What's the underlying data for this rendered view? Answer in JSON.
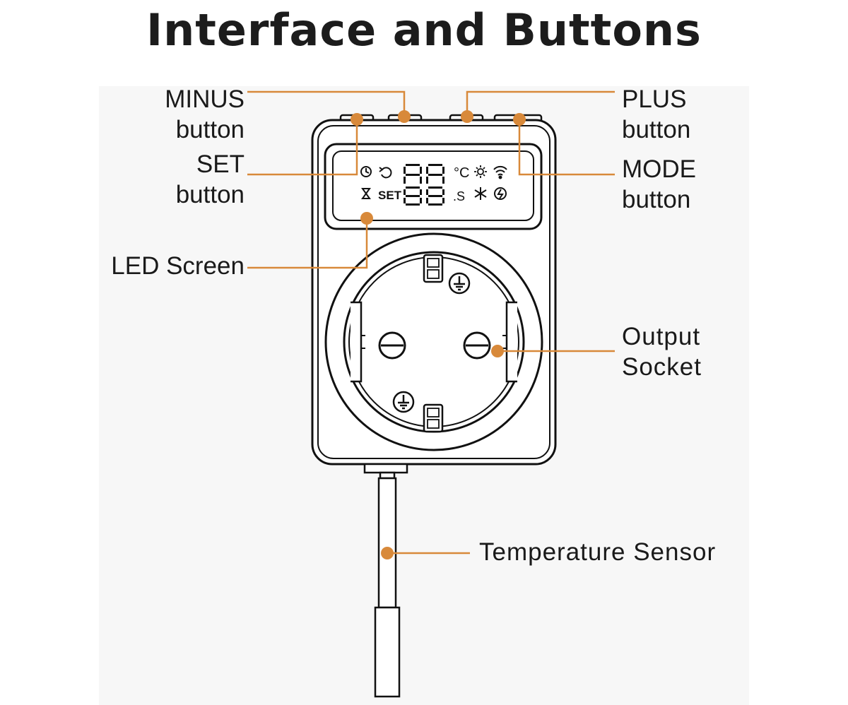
{
  "title": "Interface and Buttons",
  "accent_color": "#d8893a",
  "labels": {
    "minus": {
      "line1": "MINUS",
      "line2": "button"
    },
    "plus": {
      "line1": "PLUS",
      "line2": "button"
    },
    "set": {
      "line1": "SET",
      "line2": "button"
    },
    "mode": {
      "line1": "MODE",
      "line2": "button"
    },
    "led": "LED Screen",
    "output": {
      "line1": "Output",
      "line2": "Socket"
    },
    "sensor": "Temperature Sensor"
  },
  "display": {
    "celsius": "°C",
    "set_text": "SET",
    "s_text": ".S"
  },
  "icons": [
    "clock-icon",
    "cycle-icon",
    "sun-icon",
    "wifi-icon",
    "hourglass-icon",
    "snowflake-icon",
    "power-icon"
  ]
}
